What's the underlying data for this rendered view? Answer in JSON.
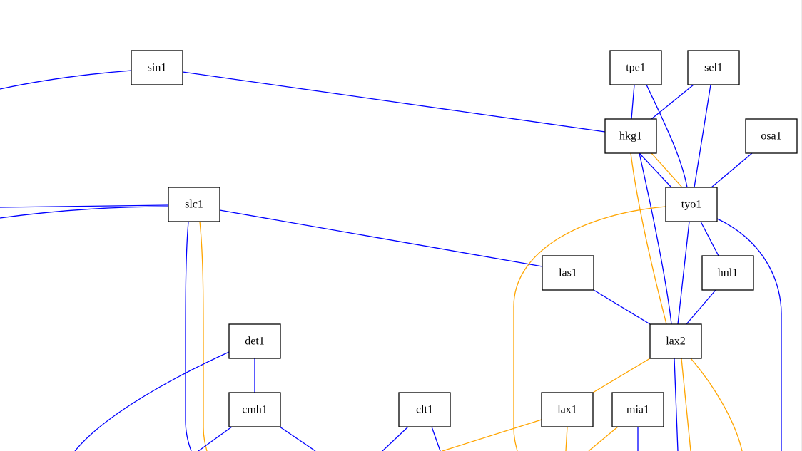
{
  "graph": {
    "edge_colors": {
      "primary": "#0000ff",
      "secondary": "#ffa500"
    },
    "nodes": {
      "sin1": "sin1",
      "tpe1": "tpe1",
      "sel1": "sel1",
      "hkg1": "hkg1",
      "osa1": "osa1",
      "slc1": "slc1",
      "tyo1": "tyo1",
      "las1": "las1",
      "hnl1": "hnl1",
      "det1": "det1",
      "lax2": "lax2",
      "cmh1": "cmh1",
      "clt1": "clt1",
      "lax1": "lax1",
      "mia1": "mia1"
    }
  }
}
